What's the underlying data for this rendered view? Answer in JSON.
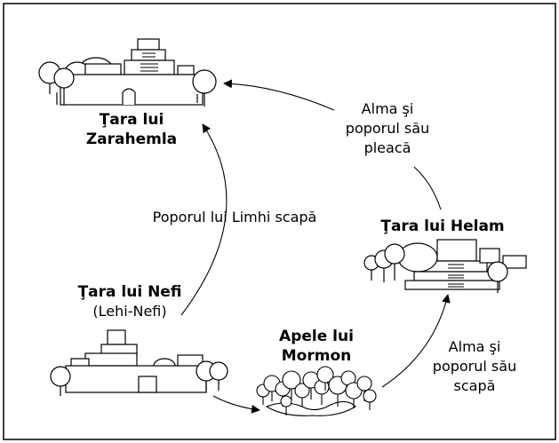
{
  "places": {
    "zarahemla": {
      "line1": "Ţara lui",
      "line2": "Zarahemla"
    },
    "helam": {
      "name": "Ţara lui Helam"
    },
    "nefi": {
      "name": "Ţara lui Nefi",
      "alt": "(Lehi-Nefi)"
    },
    "mormon": {
      "line1": "Apele lui",
      "line2": "Mormon"
    }
  },
  "journeys": {
    "limhi": {
      "text": "Poporul lui Limhi scapă"
    },
    "alma_leaves": {
      "line1": "Alma şi",
      "line2": "poporul său",
      "line3": "pleacă"
    },
    "alma_escapes": {
      "line1": "Alma şi",
      "line2": "poporul său",
      "line3": "scapă"
    }
  }
}
